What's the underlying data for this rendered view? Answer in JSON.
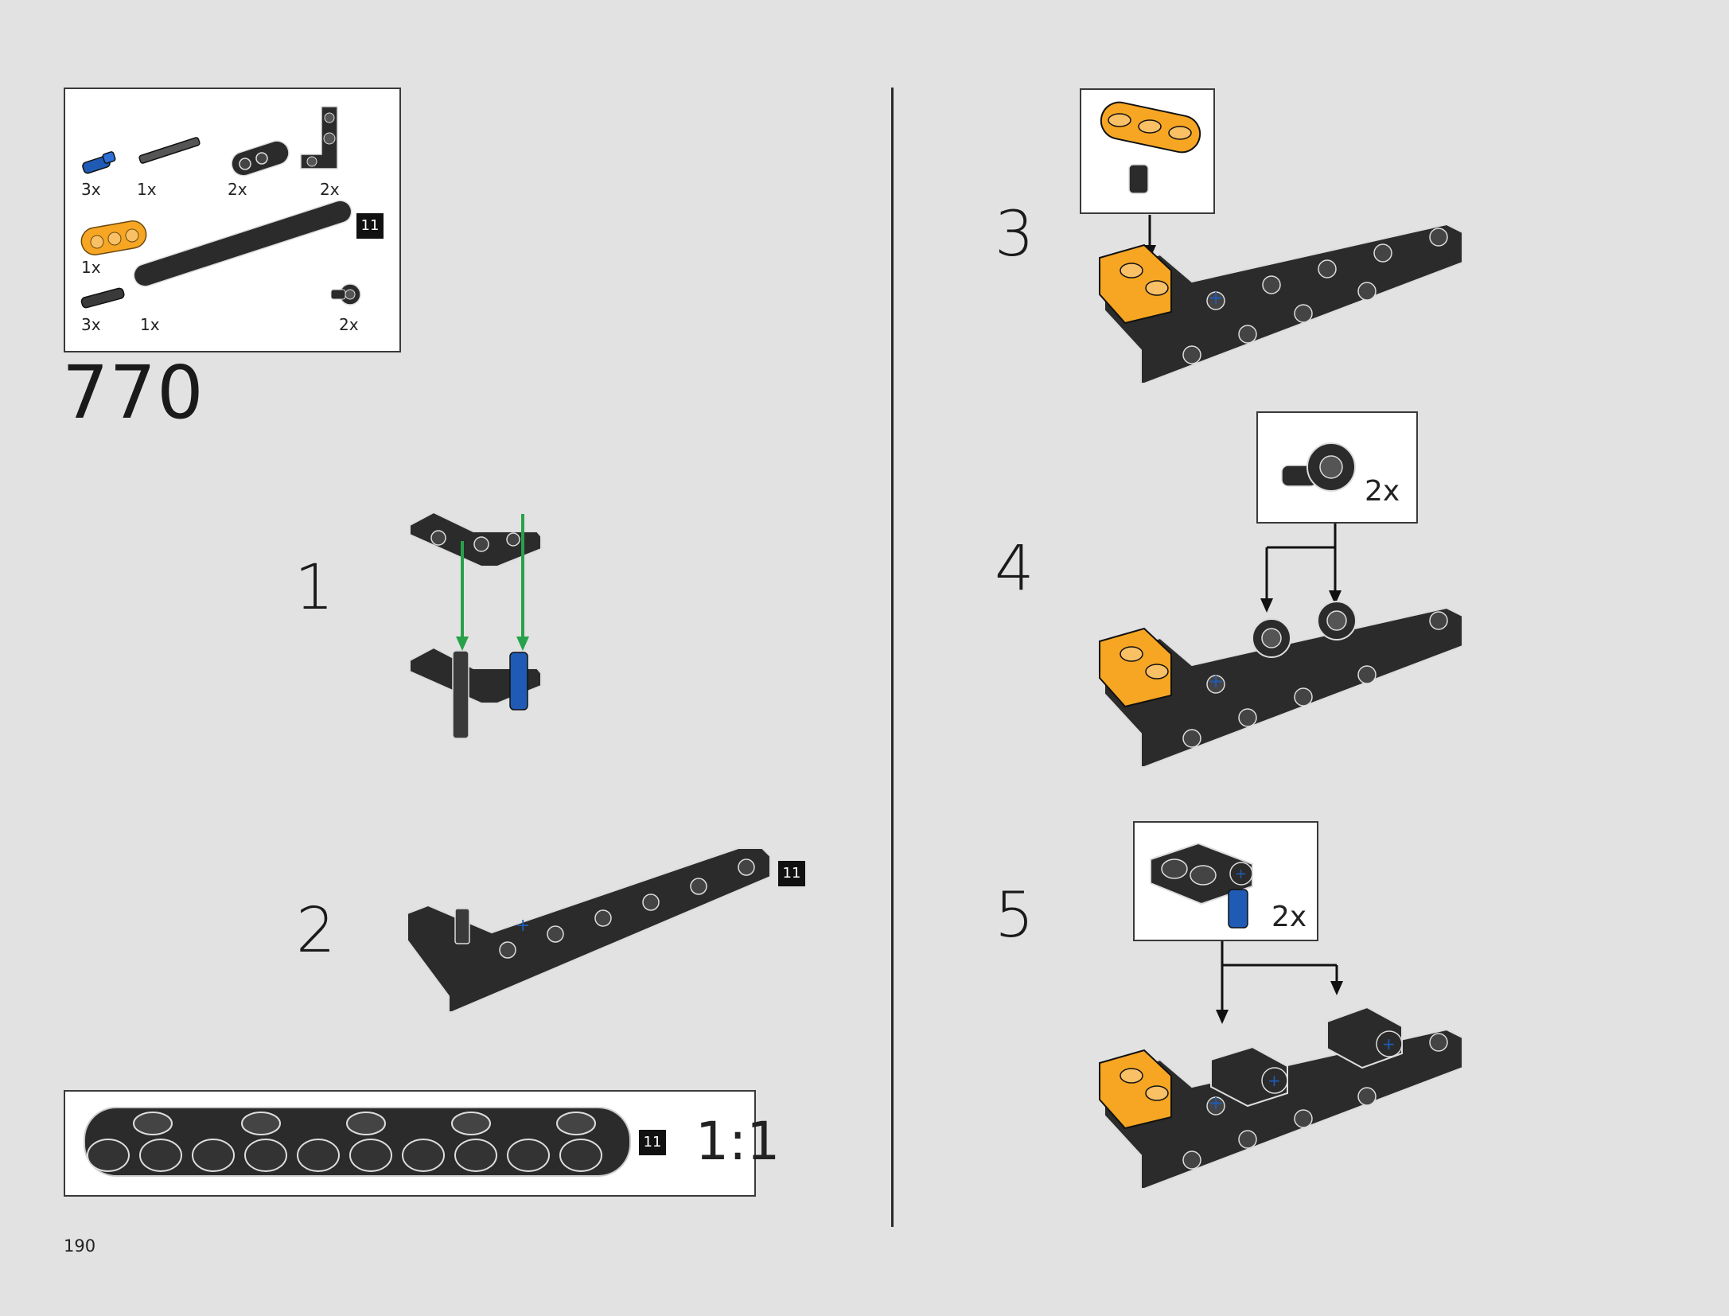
{
  "page": {
    "number": "190",
    "set_number": "770"
  },
  "colors": {
    "background": "#e2e2e2",
    "beam_black": "#2b2b2b",
    "beam_yellow": "#f6a623",
    "pin_blue": "#1f5bb5",
    "arrow_green": "#27a24a"
  },
  "parts_list": {
    "items": [
      {
        "name": "blue-pin-icon",
        "qty": "3x"
      },
      {
        "name": "axle-icon",
        "qty": "1x"
      },
      {
        "name": "beam-3-black-icon",
        "qty": "2x"
      },
      {
        "name": "l-beam-icon",
        "qty": "2x"
      },
      {
        "name": "beam-3-yellow-icon",
        "qty": "1x"
      },
      {
        "name": "beam-11-icon",
        "qty": "1x",
        "length_badge": "11"
      },
      {
        "name": "black-pin-icon",
        "qty": "3x"
      },
      {
        "name": "pin-connector-icon",
        "qty": "2x"
      }
    ]
  },
  "steps": [
    {
      "number": "1"
    },
    {
      "number": "2",
      "length_badge": "11"
    },
    {
      "number": "3"
    },
    {
      "number": "4",
      "callout_qty": "2x"
    },
    {
      "number": "5",
      "callout_qty": "2x"
    }
  ],
  "scale_ruler": {
    "length_badge": "11",
    "scale_label": "1:1"
  }
}
